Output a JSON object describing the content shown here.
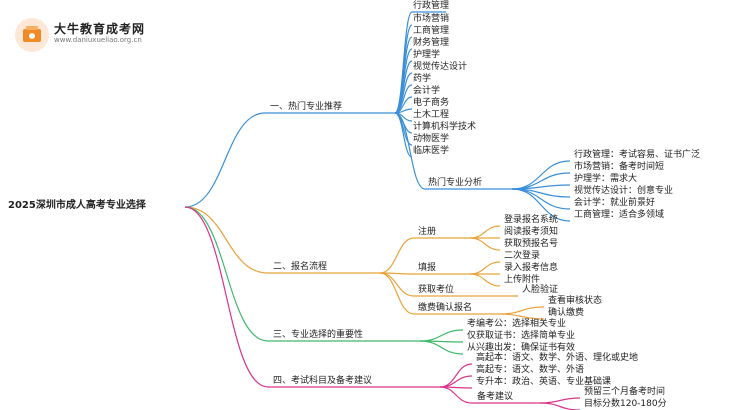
{
  "brand": {
    "title": "大牛教育成考网",
    "url": "www.daniuxueliao.org.cn"
  },
  "root": "2025深圳市成人高考专业选择",
  "b1": {
    "label": "一、热门专业推荐",
    "majors": [
      "行政管理",
      "市场营销",
      "工商管理",
      "财务管理",
      "护理学",
      "视觉传达设计",
      "药学",
      "会计学",
      "电子商务",
      "土木工程",
      "计算机科学技术",
      "动物医学",
      "临床医学"
    ],
    "analysis_label": "热门专业分析",
    "analysis": [
      "行政管理：考试容易、证书广泛",
      "市场营销：备考时间短",
      "护理学：需求大",
      "视觉传达设计：创意专业",
      "会计学：就业前景好",
      "工商管理：适合多领域"
    ]
  },
  "b2": {
    "label": "二、报名流程",
    "register": {
      "label": "注册",
      "items": [
        "登录报名系统",
        "阅读报考须知",
        "获取预报名号"
      ]
    },
    "fill": {
      "label": "填报",
      "items": [
        "二次登录",
        "录入报考信息",
        "上传附件"
      ]
    },
    "obtain": {
      "label": "获取考位",
      "items": [
        "人脸验证"
      ]
    },
    "pay": {
      "label": "缴费确认报名",
      "items": [
        "查看审核状态",
        "确认缴费"
      ]
    }
  },
  "b3": {
    "label": "三、专业选择的重要性",
    "items": [
      "考编考公：选择相关专业",
      "仅获取证书：选择简单专业",
      "从兴趣出发：确保证书有效"
    ]
  },
  "b4": {
    "label": "四、考试科目及备考建议",
    "subjects": [
      "高起本：语文、数学、外语、理化或史地",
      "高起专：语文、数学、外语",
      "专升本：政治、英语、专业基础课"
    ],
    "advice": {
      "label": "备考建议",
      "items": [
        "预留三个月备考时间",
        "目标分数120-180分"
      ]
    }
  },
  "colors": {
    "b1": "#3a8fd8",
    "b2": "#e8a33a",
    "b3": "#3fb86a",
    "b4": "#d9358a"
  }
}
